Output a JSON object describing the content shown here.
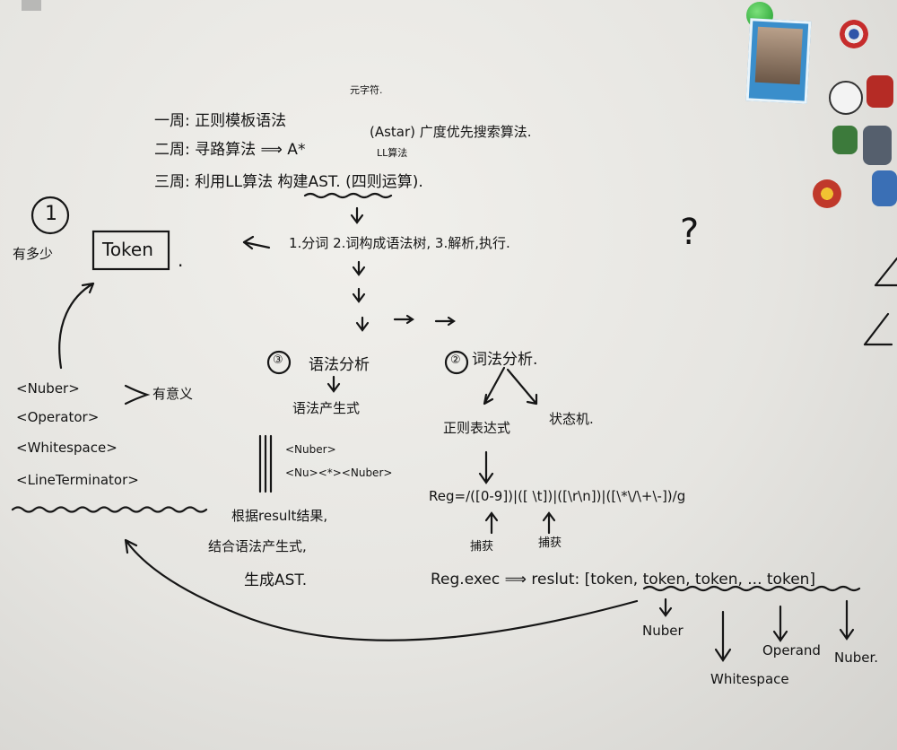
{
  "week_lines": {
    "w1": "一周: 正则模板语法",
    "w1_note": "元字符.",
    "w2": "二周: 寻路算法 ⟹ A*",
    "w2_paren": "(Astar) 广度优先搜索算法.",
    "w2_note": "LL算法",
    "w3": "三周: 利用LL算法 构建AST. (四则运算)."
  },
  "steps_line": "1.分词  2.词构成语法树, 3.解析,执行.",
  "question_mark": "?",
  "circle1": "①",
  "left_label": "有多少",
  "token_box": "Token",
  "token_list": [
    "<Nuber>",
    "<Operator>",
    "<Whitespace>",
    "<LineTerminator>"
  ],
  "token_list_note": "有意义",
  "step3": {
    "circle": "③",
    "title": "语法分析",
    "sub": "语法产生式"
  },
  "grammar_items": [
    "<Nuber>",
    "<Nu><*><Nuber>"
  ],
  "grammar_notes": [
    "根据result结果, ",
    "结合语法产生式,",
    "生成AST."
  ],
  "step2": {
    "circle": "②",
    "title": "词法分析.",
    "branch_left": "正则表达式",
    "branch_right": "状态机."
  },
  "regex_line": "Reg=/([0-9])|([ \\t])|([\\r\\n])|([\\*\\/\\+\\-])/g",
  "regex_marks": [
    "捕获",
    "捕获"
  ],
  "exec_line": "Reg.exec ⟹ reslut: [token, token, token, ... token]",
  "results": [
    "Nuber",
    "Whitespace",
    "Operand",
    "Nuber."
  ],
  "colors": {
    "ink": "#141414",
    "board": "#ebeae6"
  }
}
